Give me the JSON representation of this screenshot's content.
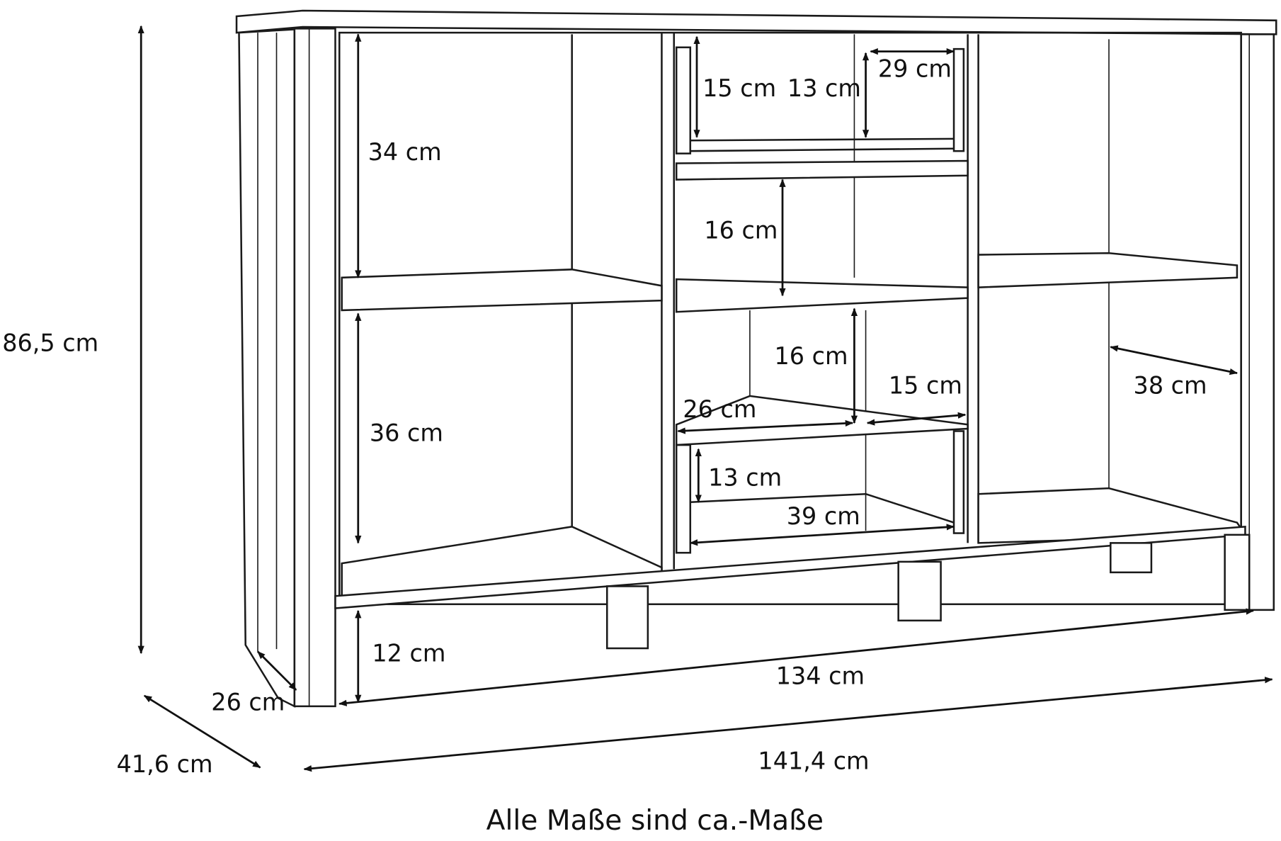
{
  "dimensions": {
    "total_height": "86,5 cm",
    "depth_base": "26 cm",
    "total_depth": "41,6 cm",
    "inner_width": "134 cm",
    "total_width": "141,4 cm",
    "plinth_height": "12 cm",
    "left_upper_height": "34 cm",
    "left_lower_height": "36 cm",
    "top_drawer_outer": "15 cm",
    "top_drawer_inner": "13 cm",
    "top_drawer_depth": "29 cm",
    "middle_upper_height": "16 cm",
    "middle_lower_height": "16 cm",
    "middle_shelf_width": "26 cm",
    "middle_shelf_depth": "15 cm",
    "right_depth": "38 cm",
    "bottom_drawer_height": "13 cm",
    "bottom_drawer_depth": "39 cm"
  },
  "caption": "Alle Maße sind ca.-Maße"
}
